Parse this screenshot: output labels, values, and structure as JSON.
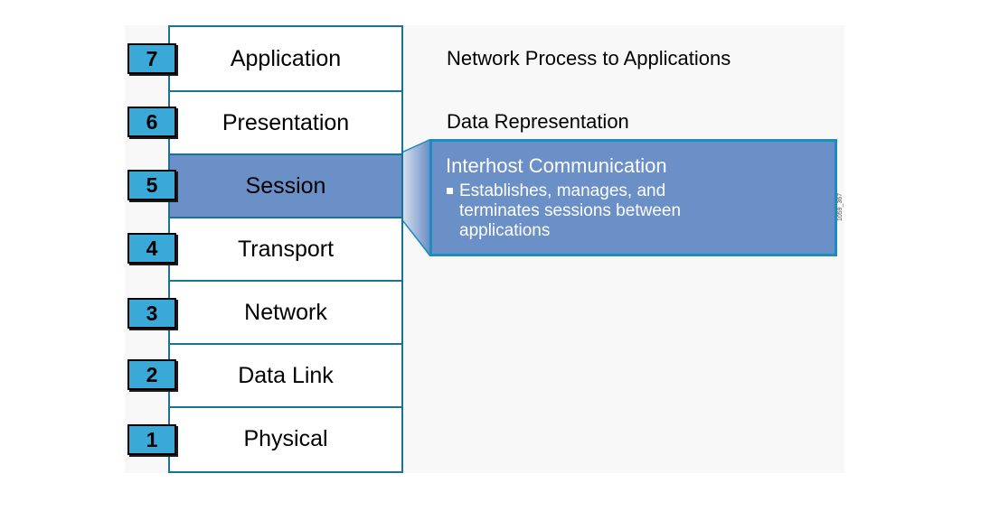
{
  "layers": [
    {
      "number": "7",
      "name": "Application",
      "description": "Network Process to Applications"
    },
    {
      "number": "6",
      "name": "Presentation",
      "description": "Data Representation"
    },
    {
      "number": "5",
      "name": "Session",
      "description": ""
    },
    {
      "number": "4",
      "name": "Transport",
      "description": ""
    },
    {
      "number": "3",
      "name": "Network",
      "description": ""
    },
    {
      "number": "2",
      "name": "Data Link",
      "description": ""
    },
    {
      "number": "1",
      "name": "Physical",
      "description": ""
    }
  ],
  "highlighted_layer": "Session",
  "callout": {
    "title": "Interhost Communication",
    "bullet": "Establishes, manages, and terminates sessions between applications"
  },
  "figure_id": "1059_367",
  "colors": {
    "border": "#17739a",
    "number_box": "#3aa9d8",
    "highlight": "#6b8fc7",
    "callout_border": "#1e8bbd"
  }
}
